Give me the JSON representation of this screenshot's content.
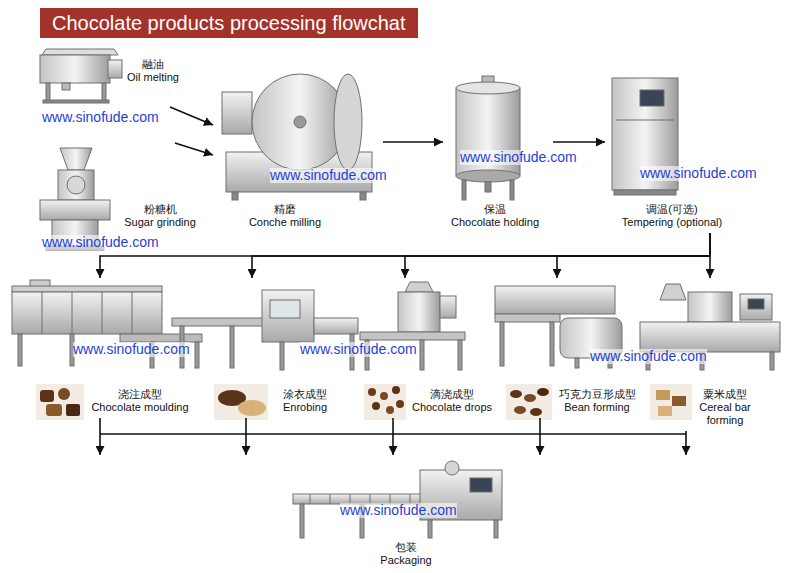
{
  "diagram": {
    "title": "Chocolate products processing flowchat",
    "nodes": [
      {
        "text": [
          "融油",
          "Oil melting"
        ]
      },
      {
        "text": [
          "粉糖机",
          "Sugar grinding"
        ]
      },
      {
        "text": [
          "精磨",
          "Conche milling"
        ]
      },
      {
        "text": [
          "保温",
          "Chocolate holding"
        ]
      },
      {
        "text": [
          "调温(可选)",
          "Tempering (optional)"
        ]
      },
      {
        "text": [
          "浇注成型",
          "Chocolate moulding"
        ]
      },
      {
        "text": [
          "涂衣成型",
          "Enrobing"
        ]
      },
      {
        "text": [
          "滴浇成型",
          "Chocolate drops"
        ]
      },
      {
        "text": [
          "巧克力豆形成型",
          "Bean forming"
        ]
      },
      {
        "text": [
          "粟米成型",
          "Cereal bar forming"
        ]
      },
      {
        "text": [
          "包装",
          "Packaging"
        ]
      }
    ],
    "edges": [
      {
        "from": 0,
        "to": 2,
        "arrow": "to"
      },
      {
        "from": 1,
        "to": 2,
        "arrow": "to"
      },
      {
        "from": 2,
        "to": 3,
        "arrow": "to"
      },
      {
        "from": 3,
        "to": 4,
        "arrow": "to"
      },
      {
        "from": 4,
        "to": 5,
        "arrow": "to"
      },
      {
        "from": 4,
        "to": 6,
        "arrow": "to"
      },
      {
        "from": 4,
        "to": 7,
        "arrow": "to"
      },
      {
        "from": 4,
        "to": 8,
        "arrow": "to"
      },
      {
        "from": 4,
        "to": 9,
        "arrow": "to"
      },
      {
        "from": 5,
        "to": 10,
        "arrow": "to"
      },
      {
        "from": 6,
        "to": 10,
        "arrow": "to"
      },
      {
        "from": 7,
        "to": 10,
        "arrow": "to"
      },
      {
        "from": 8,
        "to": 10,
        "arrow": "to"
      },
      {
        "from": 9,
        "to": 10,
        "arrow": "to"
      }
    ],
    "labels": [
      "www.sinofude.com",
      "www.sinofude.com",
      "www.sinofude.com",
      "www.sinofude.com",
      "www.sinofude.com",
      "www.sinofude.com",
      "www.sinofude.com",
      "www.sinofude.com",
      "www.sinofude.com"
    ]
  }
}
